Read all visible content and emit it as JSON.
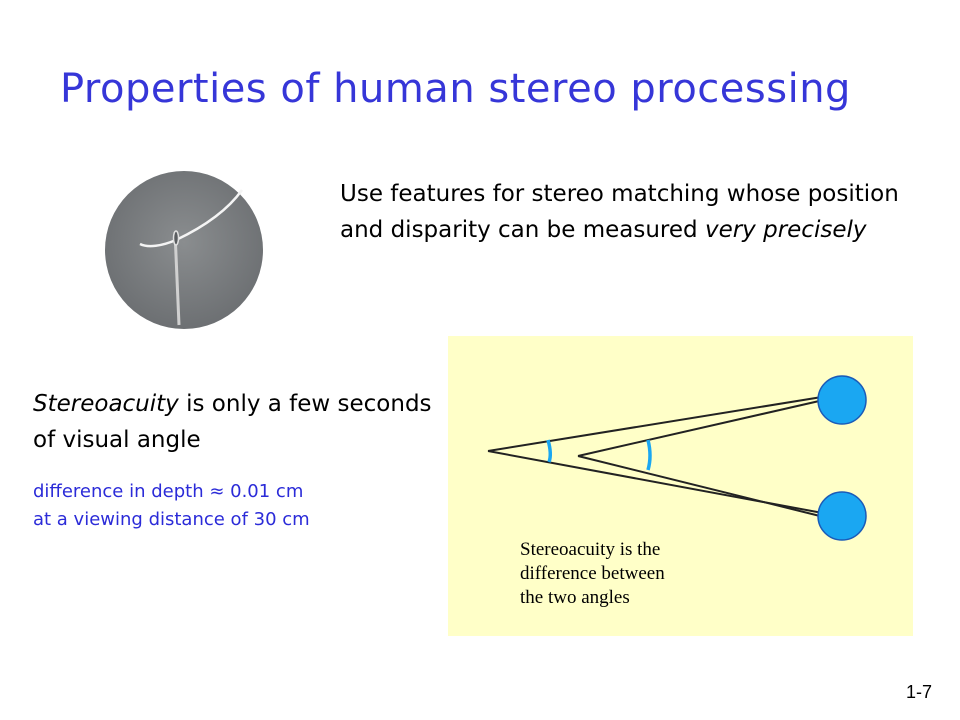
{
  "slide": {
    "title": "Properties of human stereo processing",
    "bullet1": {
      "prefix": "Use features for stereo matching whose position and disparity can be measured ",
      "emphasis": "very precisely"
    },
    "bullet2": {
      "emphasis": "Stereoacuity",
      "rest": " is only a few seconds of visual angle"
    },
    "note_line1": "difference in depth ≈ 0.01 cm",
    "note_line2": "at a viewing distance of 30 cm",
    "diagram_caption_line1": "Stereoacuity is the",
    "diagram_caption_line2": "difference between",
    "diagram_caption_line3": "the two angles",
    "page_number": "1-7"
  },
  "colors": {
    "title": "#3636d8",
    "note": "#2b2bd8",
    "diagram_bg": "#ffffc8",
    "eye": "#1aa7f2",
    "arc": "#1aa7f2"
  }
}
